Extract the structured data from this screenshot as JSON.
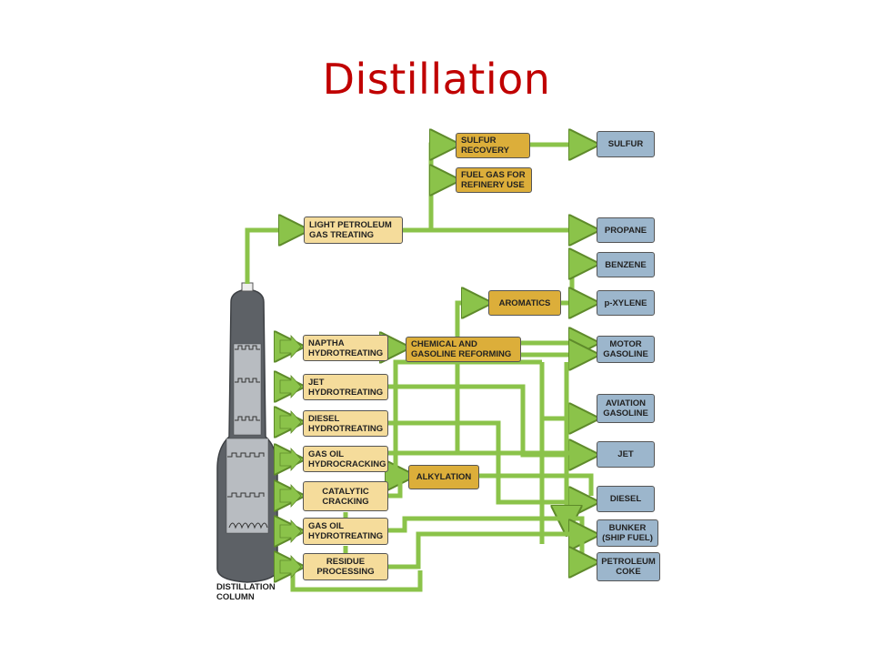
{
  "title": "Distillation",
  "column_label": [
    "DISTILLATION",
    "COLUMN"
  ],
  "processes": {
    "sulfur_recovery": [
      "SULFUR",
      "RECOVERY"
    ],
    "fuel_gas": [
      "FUEL GAS FOR",
      "REFINERY USE"
    ],
    "light_gas_treating": [
      "LIGHT PETROLEUM",
      "GAS TREATING"
    ],
    "aromatics": [
      "AROMATICS"
    ],
    "naptha": [
      "NAPTHA",
      "HYDROTREATING"
    ],
    "chem_reforming": [
      "CHEMICAL AND",
      "GASOLINE REFORMING"
    ],
    "jet_hydro": [
      "JET",
      "HYDROTREATING"
    ],
    "diesel_hydro": [
      "DIESEL",
      "HYDROTREATING"
    ],
    "gasoil_hydrocracking": [
      "GAS OIL",
      "HYDROCRACKING"
    ],
    "alkylation": [
      "ALKYLATION"
    ],
    "catalytic": [
      "CATALYTIC",
      "CRACKING"
    ],
    "gasoil_hydrotreating": [
      "GAS  OIL",
      "HYDROTREATING"
    ],
    "residue": [
      "RESIDUE",
      "PROCESSING"
    ]
  },
  "products": {
    "sulfur": [
      "SULFUR"
    ],
    "propane": [
      "PROPANE"
    ],
    "benzene": [
      "BENZENE"
    ],
    "pxylene": [
      "p-XYLENE"
    ],
    "motor": [
      "MOTOR",
      "GASOLINE"
    ],
    "aviation": [
      "AVIATION",
      "GASOLINE"
    ],
    "jet": [
      "JET"
    ],
    "diesel": [
      "DIESEL"
    ],
    "bunker": [
      "BUNKER",
      "(SHIP FUEL)"
    ],
    "coke": [
      "PETROLEUM",
      "COKE"
    ]
  },
  "colors": {
    "title": "#c00000",
    "pipe": "#8bc34a",
    "process_light": "#f5dc9b",
    "process_dark": "#dcae3a",
    "product": "#9cb6cc",
    "column": "#5d6166"
  }
}
